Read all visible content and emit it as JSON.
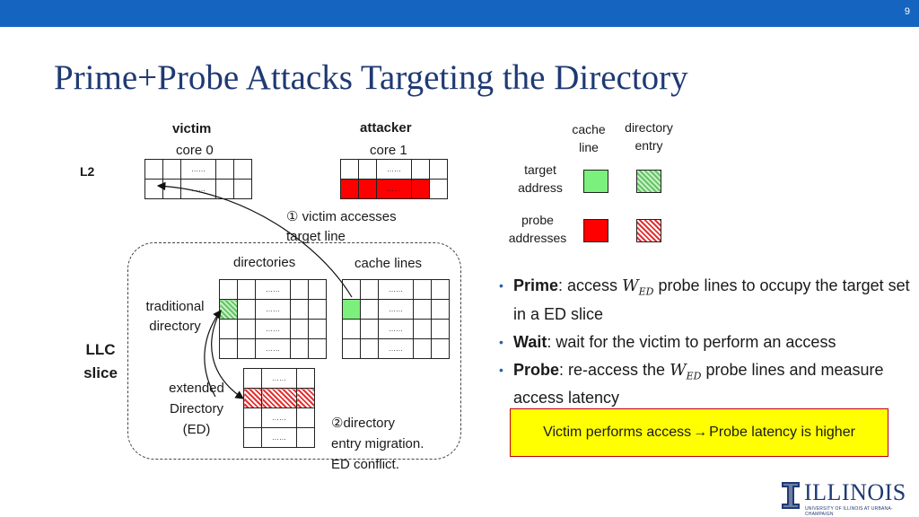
{
  "slide": {
    "number": "9",
    "title": "Prime+Probe Attacks Targeting the Directory"
  },
  "cores": {
    "victim": {
      "name": "victim",
      "core": "core 0"
    },
    "attacker": {
      "name": "attacker",
      "core": "core 1"
    },
    "l2_label": "L2"
  },
  "grid_cell_text": "……",
  "llc": {
    "slice_line1": "LLC",
    "slice_line2": "slice",
    "directories_label": "directories",
    "cache_lines_label": "cache lines",
    "traditional_line1": "traditional",
    "traditional_line2": "directory",
    "extended_line1": "extended",
    "extended_line2": "Directory",
    "extended_line3": "(ED)"
  },
  "annotations": {
    "step1_num": "①",
    "step1_line1": " victim accesses",
    "step1_line2": "target line",
    "step2_num": "②",
    "step2_line1": "directory",
    "step2_line2": "entry migration.",
    "step2_line3": "ED conflict."
  },
  "legend": {
    "col_cache_line1": "cache",
    "col_cache_line2": "line",
    "col_dir_line1": "directory",
    "col_dir_line2": "entry",
    "row_target_line1": "target",
    "row_target_line2": "address",
    "row_probe_line1": "probe",
    "row_probe_line2": "addresses"
  },
  "bullets": {
    "prime_term": "Prime",
    "prime_a": ": access ",
    "prime_b": " probe lines to occupy the target set in a ED slice",
    "wait_term": "Wait",
    "wait_text": ": wait for the victim to perform an access",
    "probe_term": "Probe",
    "probe_a": ": re-access the ",
    "probe_b": " probe lines and measure access latency",
    "math_base": "W",
    "math_sub": "ED"
  },
  "callout": {
    "left": "Victim performs access ",
    "arrow": "→",
    "right": " Probe latency is higher"
  },
  "logo": {
    "word": "ILLINOIS",
    "subtitle": "UNIVERSITY OF ILLINOIS AT URBANA-CHAMPAIGN"
  },
  "colors": {
    "header_bar": "#1565c0",
    "title": "#1f3a73",
    "target_green": "#7cf07c",
    "probe_red": "#ff0000",
    "callout_fill": "#ffff00",
    "callout_border": "#c00000"
  }
}
